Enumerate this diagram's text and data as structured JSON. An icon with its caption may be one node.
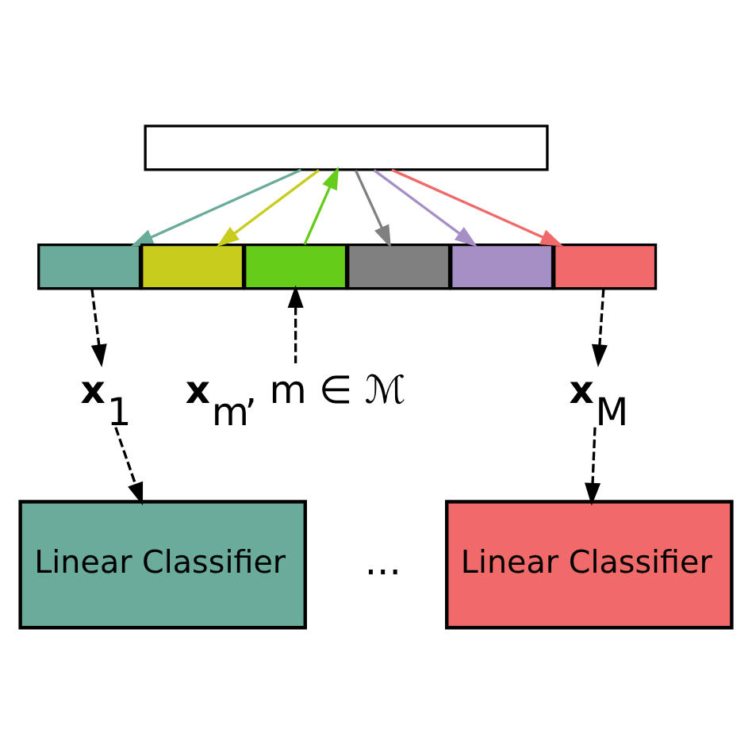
{
  "diagram": {
    "nodes": [
      {
        "text": [],
        "shape": "box"
      },
      {
        "text": [],
        "shape": "box"
      },
      {
        "text": [],
        "shape": "box"
      },
      {
        "text": [],
        "shape": "box"
      },
      {
        "text": [],
        "shape": "box"
      },
      {
        "text": [],
        "shape": "box"
      },
      {
        "text": [],
        "shape": "box"
      },
      {
        "text": [
          "**x**$_{1}$"
        ]
      },
      {
        "text": [
          "**x**$_{m}$, m ∈ ℳ"
        ]
      },
      {
        "text": [
          "**x**$_{M}$"
        ]
      },
      {
        "text": [
          "Linear Classifier"
        ]
      },
      {
        "text": [
          "Linear Classifier"
        ]
      }
    ],
    "edges": [
      {
        "from": 0,
        "to": 1,
        "arrow": "to",
        "color": "#6aab9c"
      },
      {
        "from": 0,
        "to": 2,
        "arrow": "to",
        "color": "#c8cc1d"
      },
      {
        "from": 3,
        "to": 0,
        "arrow": "to",
        "color": "#66cc1a"
      },
      {
        "from": 0,
        "to": 4,
        "arrow": "to",
        "color": "#808080"
      },
      {
        "from": 0,
        "to": 5,
        "arrow": "to",
        "color": "#a58fc5"
      },
      {
        "from": 0,
        "to": 6,
        "arrow": "to",
        "color": "#f06a6a"
      },
      {
        "from": 1,
        "to": 7,
        "arrow": "to",
        "style": "dashed"
      },
      {
        "from": 7,
        "to": 10,
        "arrow": "to",
        "style": "dashed"
      },
      {
        "from": 8,
        "to": 3,
        "arrow": "to",
        "style": "dashed"
      },
      {
        "from": 6,
        "to": 9,
        "arrow": "to",
        "style": "dashed"
      },
      {
        "from": 9,
        "to": 11,
        "arrow": "to",
        "style": "dashed"
      }
    ],
    "labels": [
      "..."
    ]
  }
}
